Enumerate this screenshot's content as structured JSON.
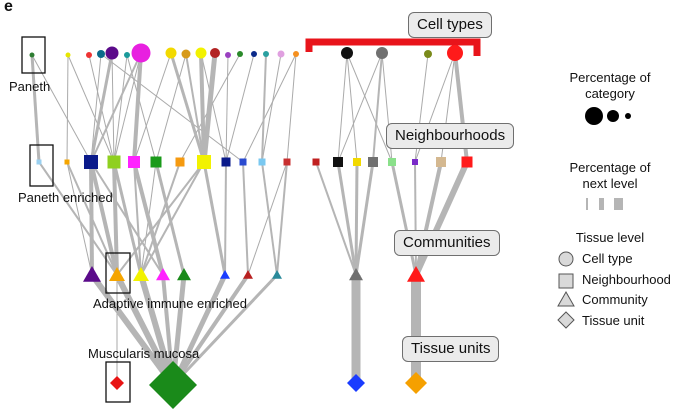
{
  "panel_letter": "e",
  "level_labels": {
    "cell_types": "Cell types",
    "neighbourhoods": "Neighbourhoods",
    "communities": "Communities",
    "tissue_units": "Tissue units"
  },
  "annotations": {
    "paneth": "Paneth",
    "paneth_enriched": "Paneth enriched",
    "adaptive_immune_enriched": "Adaptive immune enriched",
    "muscularis_mucosa": "Muscularis mucosa"
  },
  "legend": {
    "percentage_of_category": "Percentage of category",
    "percentage_of_next_level": "Percentage of next level",
    "tissue_level_title": "Tissue level",
    "tissue_levels": [
      "Cell type",
      "Neighbourhood",
      "Community",
      "Tissue unit"
    ]
  },
  "colors": {
    "edge": "#b5b5b5",
    "bracket": "#e8141b",
    "tissue_unit_left": "#1a8a1a",
    "tissue_unit_red": "#e81414",
    "tissue_unit_blue": "#1a3cff",
    "tissue_unit_orange": "#f5a000"
  }
}
